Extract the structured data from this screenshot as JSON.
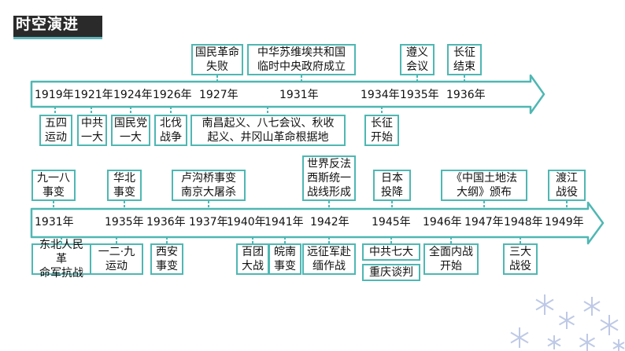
{
  "title": "时空演进",
  "colors": {
    "accent": "#4fb7b3",
    "title_bg": "#2a2a2a"
  },
  "timeline1": {
    "years": [
      "1919年",
      "1921年",
      "1924年",
      "1926年",
      "1927年",
      "1931年",
      "1934年",
      "1935年",
      "1936年"
    ],
    "above": [
      "国民革命\n失败",
      "中华苏维埃共和国\n临时中央政府成立",
      "遵义\n会议",
      "长征\n结束"
    ],
    "below": [
      "五四\n运动",
      "中共\n一大",
      "国民党\n一大",
      "北伐\n战争",
      "南昌起义、八七会议、秋收\n起义、井冈山革命根据地",
      "长征\n开始"
    ]
  },
  "timeline2": {
    "years": [
      "1931年",
      "1935年",
      "1936年",
      "1937年",
      "1940年",
      "1941年",
      "1942年",
      "1945年",
      "1946年",
      "1947年",
      "1948年",
      "1949年"
    ],
    "above": [
      "九一八\n事变",
      "华北\n事变",
      "卢沟桥事变\n南京大屠杀",
      "世界反法\n西斯统一\n战线形成",
      "日本\n投降",
      "《中国土地法\n大纲》颁布",
      "渡江\n战役"
    ],
    "below": [
      "东北人民革\n命军抗战",
      "一二·九\n运动",
      "西安\n事变",
      "百团\n大战",
      "皖南\n事变",
      "远征军赴\n缅作战",
      "中共七大",
      "重庆谈判",
      "全面内战\n开始",
      "三大\n战役"
    ]
  }
}
